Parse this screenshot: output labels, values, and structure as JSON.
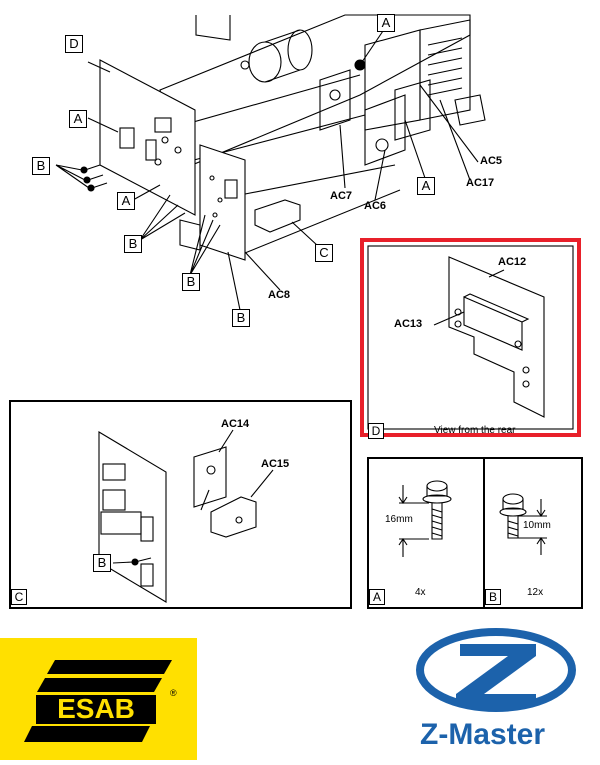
{
  "main_diagram": {
    "labels": {
      "d_panel": "D",
      "a_top": "A",
      "a_left": "A",
      "a_mid": "A",
      "a_right": "A",
      "b_left": "B",
      "b_mid1": "B",
      "b_mid2": "B",
      "b_bottom": "B",
      "c_bracket": "C"
    },
    "callouts": {
      "ac5": "AC5",
      "ac17": "AC17",
      "ac7": "AC7",
      "ac6": "AC6",
      "ac8": "AC8"
    }
  },
  "rear_view": {
    "highlight_color": "#e8202a",
    "ac12": "AC12",
    "ac13": "AC13",
    "caption": "View from the rear",
    "corner_label": "D"
  },
  "detail_c": {
    "ac14": "AC14",
    "ac15": "AC15",
    "b_label": "B",
    "corner_label": "C"
  },
  "screw_a": {
    "dimension": "16mm",
    "quantity": "4x",
    "corner_label": "A"
  },
  "screw_b": {
    "dimension": "10mm",
    "quantity": "12x",
    "corner_label": "B"
  },
  "logos": {
    "esab": {
      "text": "ESAB",
      "mark": "®",
      "background": "#ffe000",
      "color": "#000000"
    },
    "zmaster": {
      "text": "Z-Master",
      "color": "#1c62ab"
    }
  }
}
